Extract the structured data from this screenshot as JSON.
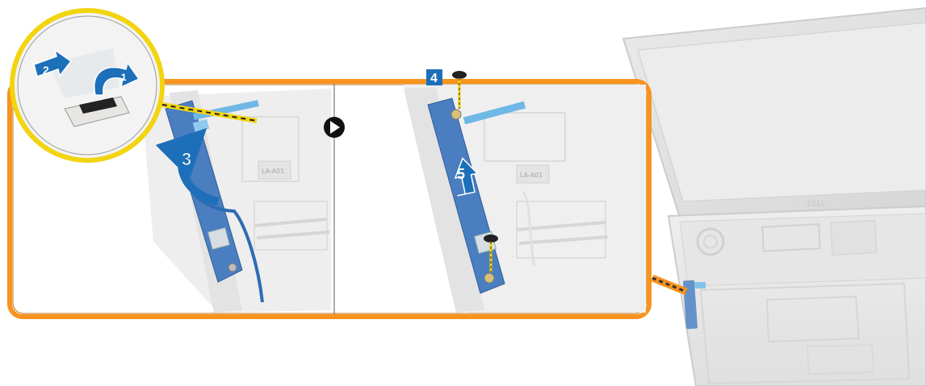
{
  "colors": {
    "frame_orange": "#f7931e",
    "callout_yellow": "#f2d40f",
    "board_blue": "#4a7ec0",
    "arrow_blue": "#1c6fb8",
    "cable_blue": "#6fb8e6",
    "laptop_gray": "#d6d6d6"
  },
  "steps": {
    "step_1": "1",
    "step_2": "2",
    "step_3": "3",
    "step_4": "4",
    "step_5": "5"
  },
  "board_text": {
    "left_board_chip": "LA-A01",
    "right_board_chip": "LA-A01",
    "laptop_logo": "DELL"
  },
  "icons": {
    "next_arrow": "play-circle-icon",
    "screw": "screw-icon"
  }
}
